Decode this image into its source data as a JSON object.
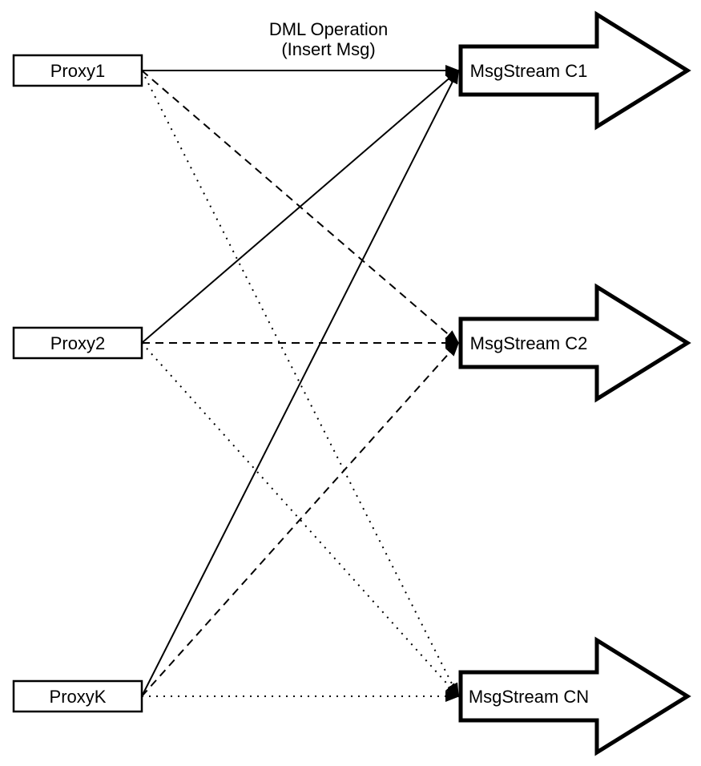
{
  "diagram": {
    "title_line1": "DML Operation",
    "title_line2": "(Insert Msg)",
    "colors": {
      "stroke": "#000000",
      "fill": "#ffffff",
      "background": "#ffffff"
    },
    "proxies": [
      {
        "id": "proxy1",
        "label": "Proxy1"
      },
      {
        "id": "proxy2",
        "label": "Proxy2"
      },
      {
        "id": "proxyk",
        "label": "ProxyK"
      }
    ],
    "streams": [
      {
        "id": "c1",
        "label": "MsgStream C1"
      },
      {
        "id": "c2",
        "label": "MsgStream C2"
      },
      {
        "id": "cn",
        "label": "MsgStream CN"
      }
    ],
    "edges": [
      {
        "from": "proxy1",
        "to": "c1",
        "style": "solid"
      },
      {
        "from": "proxy2",
        "to": "c1",
        "style": "solid"
      },
      {
        "from": "proxyk",
        "to": "c1",
        "style": "solid"
      },
      {
        "from": "proxy1",
        "to": "c2",
        "style": "dashed"
      },
      {
        "from": "proxy2",
        "to": "c2",
        "style": "dashed"
      },
      {
        "from": "proxyk",
        "to": "c2",
        "style": "dashed"
      },
      {
        "from": "proxy1",
        "to": "cn",
        "style": "dotted"
      },
      {
        "from": "proxy2",
        "to": "cn",
        "style": "dotted"
      },
      {
        "from": "proxyk",
        "to": "cn",
        "style": "dotted"
      }
    ]
  }
}
